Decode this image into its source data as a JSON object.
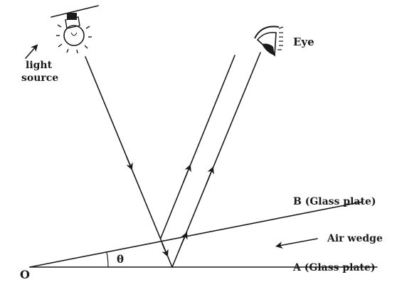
{
  "labels": {
    "light_source_line1": "light",
    "light_source_line2": "source",
    "eye": "Eye",
    "plate_b": "B (Glass plate)",
    "plate_a": "A (Glass plate)",
    "air_wedge": "Air wedge",
    "origin": "O",
    "angle": "θ"
  },
  "icons": {
    "bulb": "light-bulb-icon",
    "eye": "eye-icon"
  }
}
